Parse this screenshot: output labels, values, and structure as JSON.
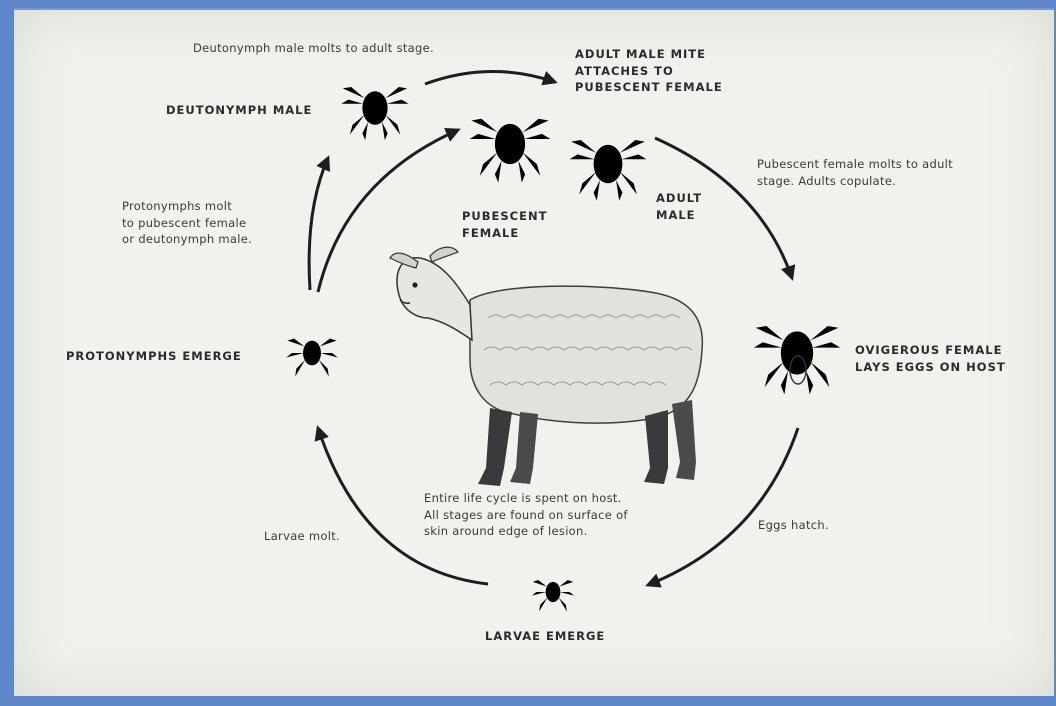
{
  "stages": {
    "deutonymph_male": "DEUTONYMPH MALE",
    "adult_male_attaches": "ADULT MALE MITE\nATTACHES TO\nPUBESCENT FEMALE",
    "pubescent_female": "PUBESCENT\nFEMALE",
    "adult_male": "ADULT\nMALE",
    "ovigerous_female": "OVIGEROUS FEMALE\nLAYS EGGS ON HOST",
    "protonymphs_emerge": "PROTONYMPHS EMERGE",
    "larvae_emerge": "LARVAE EMERGE"
  },
  "transitions": {
    "deutonymph_molts": "Deutonymph male molts to adult stage.",
    "pubescent_molts": "Pubescent female molts to adult\nstage. Adults copulate.",
    "protonymphs_molt": "Protonymphs molt\nto pubescent female\nor deutonymph male.",
    "eggs_hatch": "Eggs hatch.",
    "larvae_molt": "Larvae molt."
  },
  "center_note": "Entire life cycle is spent on host.\nAll stages are found on surface of\nskin around edge of lesion.",
  "host": "sheep",
  "mite_icons": [
    "deutonymph-male",
    "pubescent-female",
    "adult-male",
    "ovigerous-female",
    "protonymph",
    "larva"
  ],
  "colors": {
    "background": "#5f86c9",
    "paper": "#f1f2ed",
    "ink": "#2b2b2b"
  }
}
